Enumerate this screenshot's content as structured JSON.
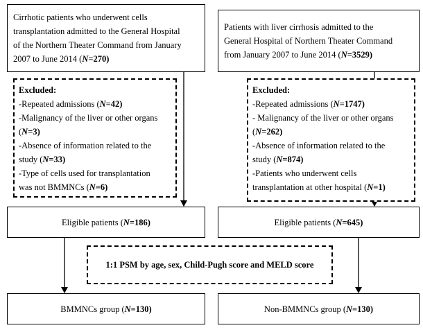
{
  "left": {
    "top_box": {
      "line1": "Cirrhotic patients who underwent cells",
      "line2": "transplantation admitted to the General Hospital",
      "line3": "of the Northern Theater Command from January",
      "line4_pre": "2007 to June 2014 (",
      "line4_n": "N",
      "line4_val": "=270)"
    },
    "excluded": {
      "title": "Excluded:",
      "i1_pre": "-Repeated admissions (",
      "i1_n": "N",
      "i1_val": "=42)",
      "i2": "-Malignancy of the liver or other organs",
      "i2b_pre": "(",
      "i2b_n": "N",
      "i2b_val": "=3)",
      "i3": "-Absence of information related to the",
      "i3b_pre": "study (",
      "i3b_n": "N",
      "i3b_val": "=33)",
      "i4": "-Type of cells used for transplantation",
      "i4b_pre": "was not BMMNCs (",
      "i4b_n": "N",
      "i4b_val": "=6)"
    },
    "eligible": {
      "pre": "Eligible patients (",
      "n": "N",
      "val": "=186)"
    },
    "group": {
      "pre": "BMMNCs group (",
      "n": "N",
      "val": "=130)"
    }
  },
  "right": {
    "top_box": {
      "line1": "Patients with liver cirrhosis admitted to the",
      "line2": "General Hospital of Northern Theater Command",
      "line3_pre": "from January 2007 to June 2014 (",
      "line3_n": "N",
      "line3_val": "=3529)"
    },
    "excluded": {
      "title": "Excluded:",
      "i1_pre": "-Repeated admissions (",
      "i1_n": "N",
      "i1_val": "=1747)",
      "i2": "- Malignancy of the liver or other organs",
      "i2b_pre": "(",
      "i2b_n": "N",
      "i2b_val": "=262)",
      "i3": "-Absence of information related to the",
      "i3b_pre": "study (",
      "i3b_n": "N",
      "i3b_val": "=874)",
      "i4": "-Patients who underwent cells",
      "i4b_pre": "transplantation at other hospital (",
      "i4b_n": "N",
      "i4b_val": "=1)"
    },
    "eligible": {
      "pre": "Eligible patients (",
      "n": "N",
      "val": "=645)"
    },
    "group": {
      "pre": "Non-BMMNCs group (",
      "n": "N",
      "val": "=130)"
    }
  },
  "psm": {
    "label": "1:1 PSM by age, sex, Child-Pugh score and MELD score"
  }
}
